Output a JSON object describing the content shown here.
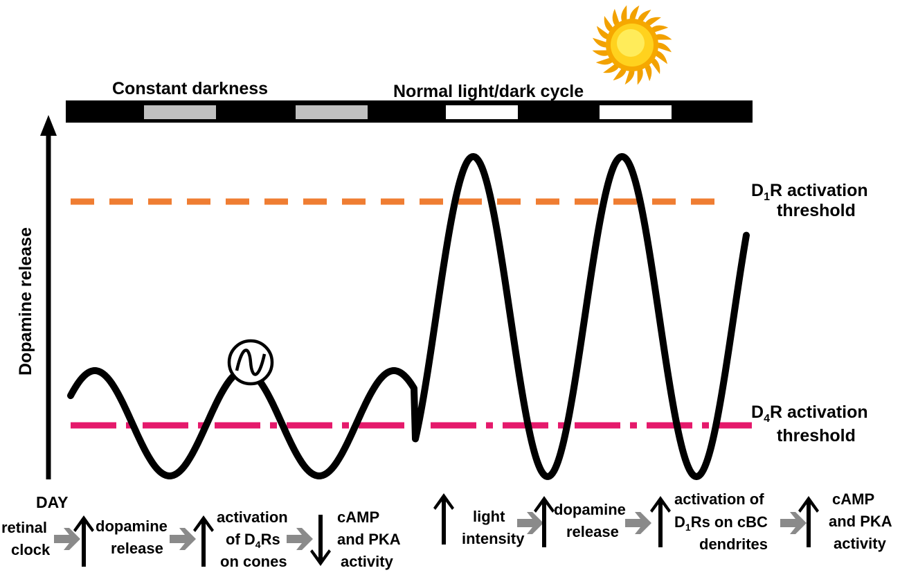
{
  "bar": {
    "label_left": "Constant darkness",
    "label_right": "Normal light/dark cycle"
  },
  "y_axis_label": "Dopamine release",
  "thresholds": {
    "d1": {
      "prefix": "D",
      "sub": "1",
      "suffix": "R activation",
      "line2": "threshold",
      "color": "#ef7d32"
    },
    "d4": {
      "prefix": "D",
      "sub": "4",
      "suffix": "R activation",
      "line2": "threshold",
      "color": "#e5196b"
    }
  },
  "colors": {
    "day_gray": "#c0c0c0",
    "day_white": "#ffffff",
    "night": "#000000",
    "arrow_gray": "#8a8a8a",
    "sun": "#f4b400"
  },
  "icons": {
    "sun": "sun-icon",
    "clock": "circadian-clock-icon"
  },
  "pathway_left": {
    "day_label": "DAY",
    "retinal_1": "retinal",
    "retinal_2": "clock",
    "dopamine_1": "dopamine",
    "dopamine_2": "release",
    "activation_1": "activation",
    "activation_2_prefix": "of D",
    "activation_2_sub": "4",
    "activation_2_suffix": "Rs",
    "activation_3": "on cones",
    "camp_1": "cAMP",
    "camp_2": "and PKA",
    "camp_3": "activity"
  },
  "pathway_right": {
    "light_1": "light",
    "light_2": "intensity",
    "dopamine_1": "dopamine",
    "dopamine_2": "release",
    "activation_1": "activation of",
    "activation_2_prefix": "D",
    "activation_2_sub": "1",
    "activation_2_suffix": "Rs on cBC",
    "activation_3": "dendrites",
    "camp_1": "cAMP",
    "camp_2": "and PKA",
    "camp_3": "activity"
  }
}
